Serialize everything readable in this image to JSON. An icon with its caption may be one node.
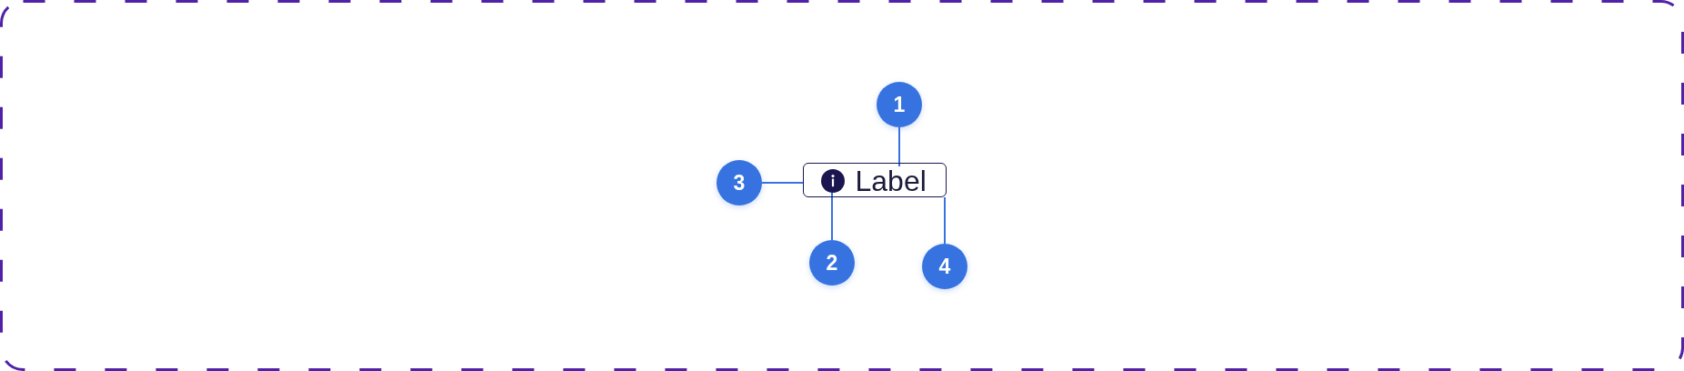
{
  "diagram": {
    "nodes": [
      {
        "text": [
          "1"
        ]
      },
      {
        "text": [
          "3"
        ]
      },
      {
        "text": [],
        "shape": "box"
      },
      {
        "text": [],
        "shape": "circle",
        "in": 2
      },
      {
        "text": [
          "Label"
        ],
        "in": 2
      },
      {
        "text": [
          "2"
        ]
      },
      {
        "text": [
          "4"
        ]
      }
    ],
    "edges": [
      {
        "from": 0,
        "to": 4,
        "arrow": "none"
      },
      {
        "from": 1,
        "to": 2,
        "arrow": "none"
      },
      {
        "from": 5,
        "to": 3,
        "arrow": "none"
      },
      {
        "from": 6,
        "to": 2,
        "arrow": "none"
      }
    ]
  }
}
